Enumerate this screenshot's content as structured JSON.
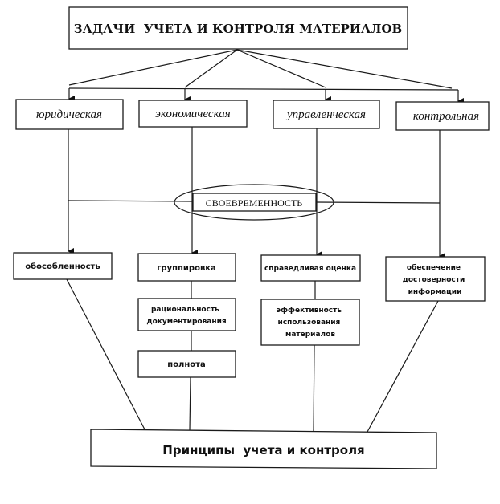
{
  "title": "ЗАДАЧИ  УЧЕТА И КОНТРОЛЯ МАТЕРИАЛОВ",
  "functions": [
    "юридическая",
    "экономическая",
    "управленческая",
    "контрольная"
  ],
  "central": "СВОЕВРЕМЕННОСТЬ",
  "principles": [
    {
      "id": "obosoblennost",
      "lines": [
        "обособленность"
      ]
    },
    {
      "id": "gruppirovka",
      "lines": [
        "группировка"
      ]
    },
    {
      "id": "spravedlivaya-ocenka",
      "lines": [
        "справедливая оценка"
      ]
    },
    {
      "id": "dostovernost",
      "lines": [
        "обеспечение",
        "достоверности",
        "информации"
      ]
    },
    {
      "id": "racionalnost",
      "lines": [
        "рациональность",
        "документирования"
      ]
    },
    {
      "id": "effektivnost",
      "lines": [
        "эффективность",
        "использования",
        "материалов"
      ]
    },
    {
      "id": "polnota",
      "lines": [
        "полнота"
      ]
    }
  ],
  "footer": "Принципы  учета и контроля"
}
